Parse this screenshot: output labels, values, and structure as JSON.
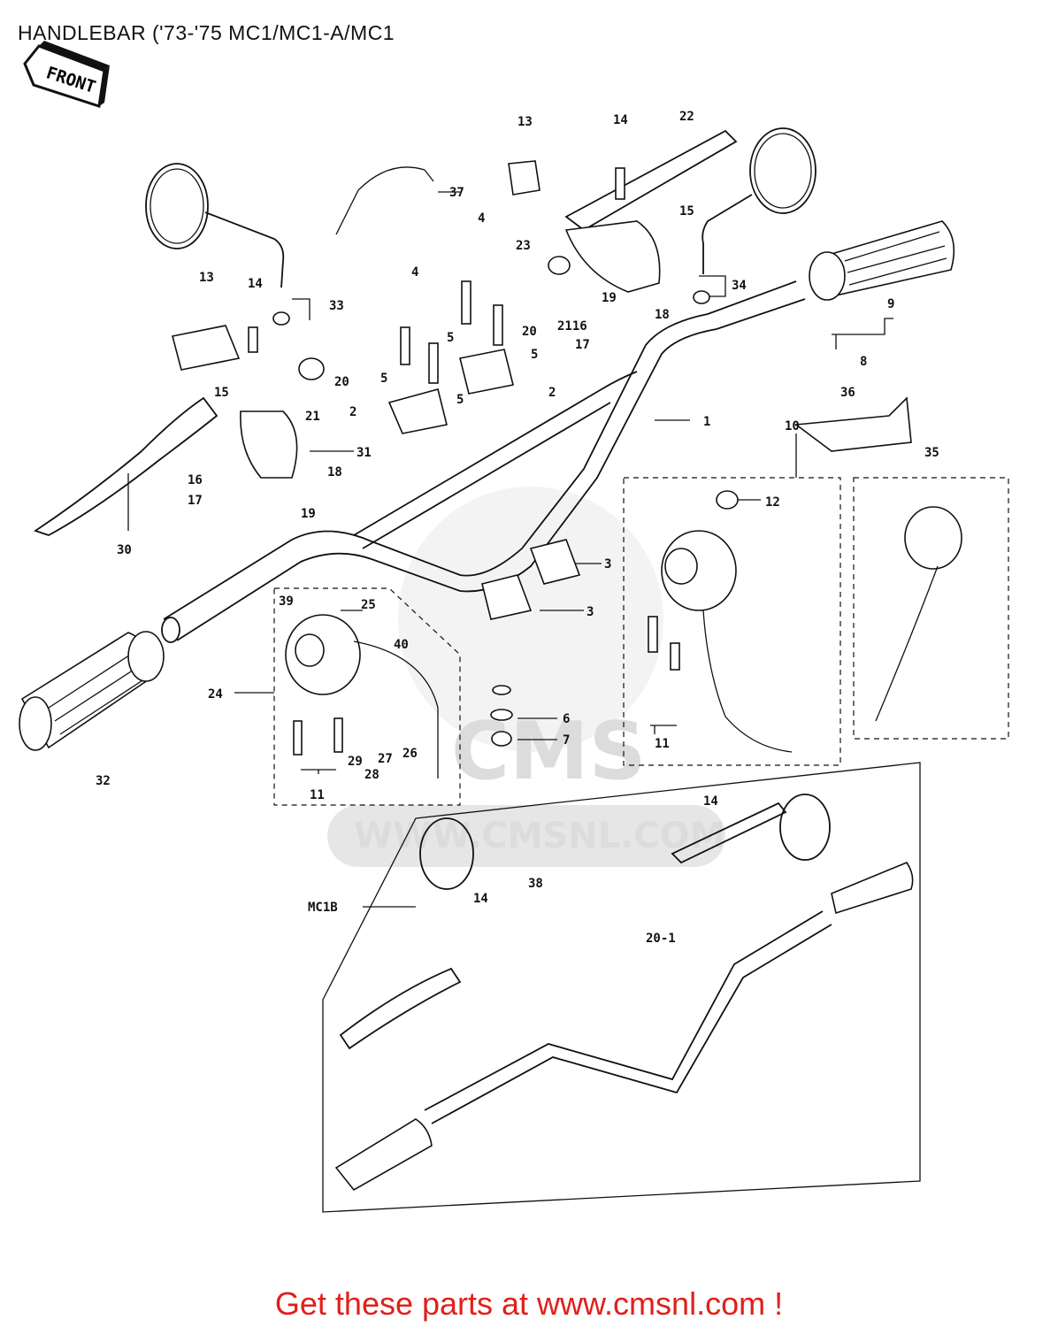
{
  "title": "HANDLEBAR ('73-'75 MC1/MC1-A/MC1",
  "front_label": "FRONT",
  "watermark": {
    "logo": "CMS",
    "url": "WWW.CMSNL.COM"
  },
  "variant_label": "MC1B",
  "promo": "Get these parts at www.cmsnl.com !",
  "callouts": {
    "c1": "1",
    "c2a": "2",
    "c2b": "2",
    "c3a": "3",
    "c3b": "3",
    "c4a": "4",
    "c4b": "4",
    "c5a": "5",
    "c5b": "5",
    "c5c": "5",
    "c5d": "5",
    "c6": "6",
    "c7": "7",
    "c8": "8",
    "c9": "9",
    "c10": "10",
    "c11a": "11",
    "c11b": "11",
    "c12": "12",
    "c13a": "13",
    "c13b": "13",
    "c14a": "14",
    "c14b": "14",
    "c14c": "14",
    "c14d": "14",
    "c15a": "15",
    "c15b": "15",
    "c16": "16",
    "c17a": "17",
    "c17b": "17",
    "c18a": "18",
    "c18b": "18",
    "c19a": "19",
    "c19b": "19",
    "c20a": "20",
    "c20b": "20",
    "c2116": "2116",
    "c21": "21",
    "c22": "22",
    "c23": "23",
    "c24": "24",
    "c25": "25",
    "c26": "26",
    "c27": "27",
    "c28": "28",
    "c29": "29",
    "c30": "30",
    "c31": "31",
    "c32": "32",
    "c33": "33",
    "c34": "34",
    "c35": "35",
    "c36": "36",
    "c37": "37",
    "c38": "38",
    "c39": "39",
    "c40": "40",
    "c201": "20-1"
  }
}
